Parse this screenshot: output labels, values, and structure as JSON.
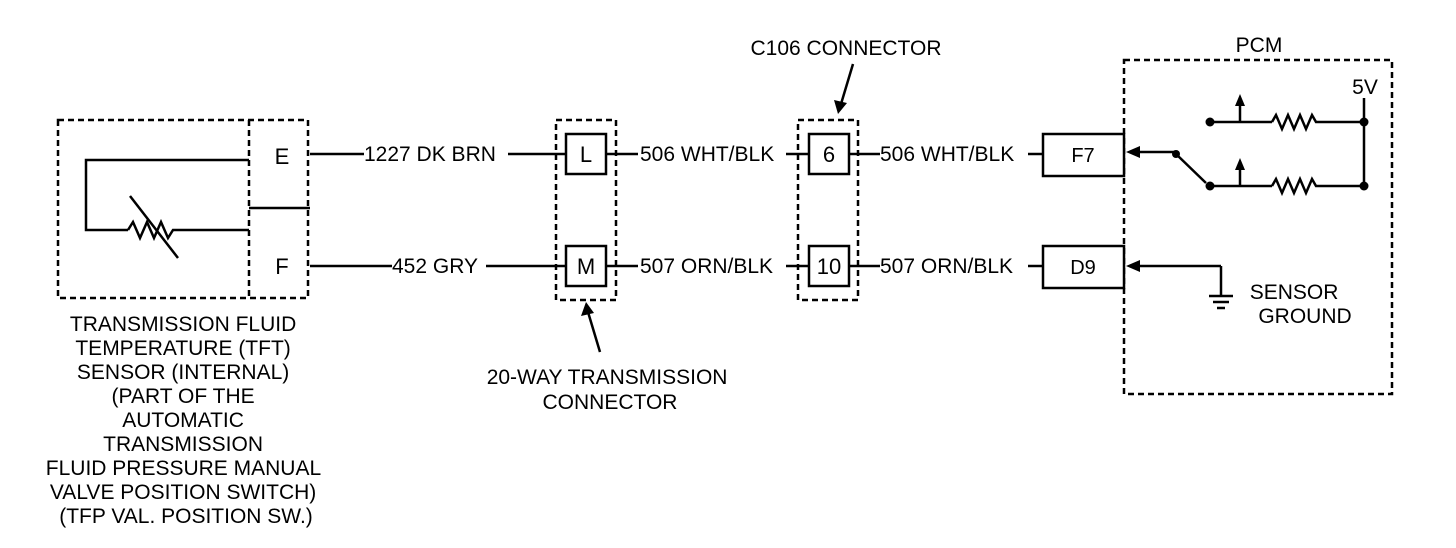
{
  "pcm": {
    "title": "PCM",
    "voltage": "5V",
    "pins": {
      "top": "F7",
      "bottom": "D9"
    },
    "sensor_ground": [
      "SENSOR",
      "GROUND"
    ]
  },
  "c106": {
    "title": "C106 CONNECTOR",
    "pins": {
      "top": "6",
      "bottom": "10"
    }
  },
  "twenty_way": {
    "title": [
      "20-WAY TRANSMISSION",
      "CONNECTOR"
    ],
    "pins": {
      "top": "L",
      "bottom": "M"
    }
  },
  "tft_sensor": {
    "pins": {
      "top": "E",
      "bottom": "F"
    },
    "label": [
      "TRANSMISSION FLUID",
      "TEMPERATURE (TFT)",
      "SENSOR (INTERNAL)",
      "(PART OF THE",
      "AUTOMATIC",
      "TRANSMISSION",
      "FLUID PRESSURE MANUAL",
      "VALVE POSITION SWITCH)",
      "(TFP VAL. POSITION SW.)"
    ]
  },
  "wires": {
    "top": {
      "sensor_to_20way": "1227 DK BRN",
      "twenty_way_to_c106": "506 WHT/BLK",
      "c106_to_pcm": "506 WHT/BLK"
    },
    "bottom": {
      "sensor_to_20way": "452 GRY",
      "twenty_way_to_c106": "507 ORN/BLK",
      "c106_to_pcm": "507 ORN/BLK"
    }
  }
}
